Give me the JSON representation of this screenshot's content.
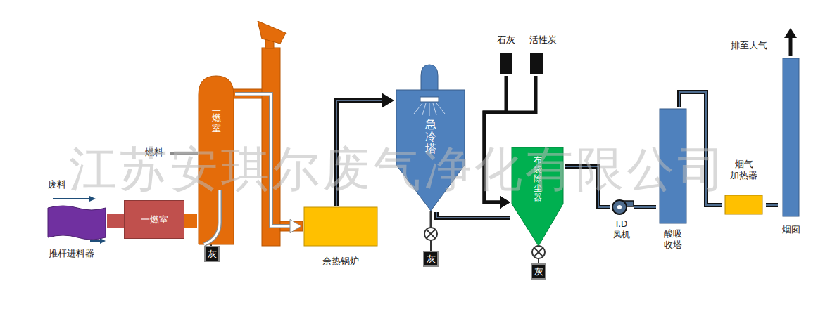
{
  "diagram": {
    "nodes": [
      {
        "text": [
          "推杆进料器"
        ]
      },
      {
        "text": [
          "一燃室"
        ]
      },
      {
        "text": [
          "二燃室"
        ]
      },
      {
        "text": [
          "余热锅炉"
        ]
      },
      {
        "text": [
          "急冷塔"
        ]
      },
      {
        "text": [
          "石灰"
        ]
      },
      {
        "text": [
          "活性炭"
        ]
      },
      {
        "text": [
          "布袋除尘器"
        ]
      },
      {
        "text": [
          "I.D 风机"
        ]
      },
      {
        "text": [
          "酸吸 收塔"
        ]
      },
      {
        "text": [
          "烟气 加热器"
        ]
      },
      {
        "text": [
          "烟囱"
        ]
      }
    ],
    "edges": [
      {
        "from": 0,
        "to": 1,
        "arrow": "none"
      },
      {
        "from": 1,
        "to": 2,
        "arrow": "none"
      },
      {
        "from": 2,
        "to": 3,
        "arrow": "to"
      },
      {
        "from": 3,
        "to": 4,
        "arrow": "to"
      },
      {
        "from": 4,
        "to": 7,
        "arrow": "none"
      },
      {
        "from": 5,
        "to": 7,
        "arrow": "to"
      },
      {
        "from": 6,
        "to": 7,
        "arrow": "to"
      },
      {
        "from": 7,
        "to": 8,
        "arrow": "none"
      },
      {
        "from": 8,
        "to": 9,
        "arrow": "none"
      },
      {
        "from": 9,
        "to": 10,
        "arrow": "none"
      },
      {
        "from": 10,
        "to": 11,
        "arrow": "none"
      }
    ],
    "labels": [
      "废料",
      "燃料",
      "灰",
      "灰",
      "灰",
      "排至大气",
      "江苏安琪尔废气净化有限公司"
    ]
  }
}
